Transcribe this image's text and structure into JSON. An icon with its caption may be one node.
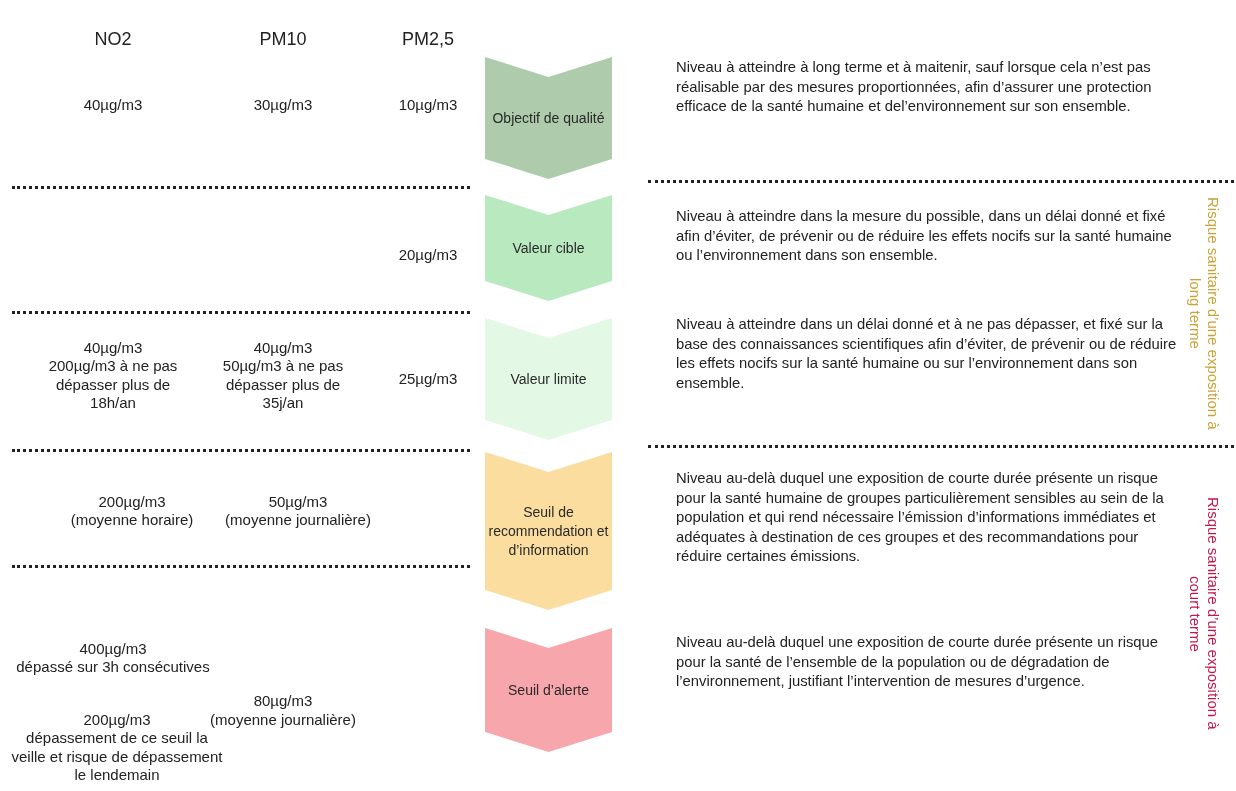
{
  "diagram": {
    "nodes": [
      {
        "text": [
          "Objectif de qualité"
        ]
      },
      {
        "text": [
          "Valeur cible"
        ]
      },
      {
        "text": [
          "Valeur limite"
        ]
      },
      {
        "text": [
          "Seuil de recommendation et d’information"
        ]
      },
      {
        "text": [
          "Seuil d’alerte"
        ]
      }
    ],
    "labels": [
      "NO2",
      "PM10",
      "PM2,5",
      "40µg/m3",
      "30µg/m3",
      "10µg/m3",
      "20µg/m3",
      "40µg/m3",
      "200µg/m3 à ne pas dépasser plus de 18h/an",
      "40µg/m3",
      "50µg/m3 à ne pas dépasser plus de 35j/an",
      "25µg/m3",
      "200µg/m3",
      "50µg/m3",
      "(moyenne horaire)",
      "(moyenne journalière)",
      "400µg/m3",
      "dépassé sur 3h consécutives",
      "80µg/m3",
      "200µg/m3",
      "(moyenne journalière)",
      "dépassement de ce seuil la veille et risque de dépassement le lendemain",
      "Risque sanitaire d’une exposition à long terme",
      "Risque sanitaire d’une exposition à court terme",
      "Niveau à atteindre à long terme et à maitenir, sauf lorsque cela n’est pas réalisable par des mesures proportionnées, afin d’assurer une protection efficace de la santé humaine et del’environnement sur son ensemble.",
      "Niveau à atteindre dans la mesure du possible, dans un délai donné et fixé afin d’éviter, de prévenir ou de réduire les effets nocifs sur la santé humaine ou l’environnement dans son ensemble.",
      "Niveau à atteindre dans un délai donné et à ne pas dépasser, et fixé sur la base des connaissances scientifiques afin d’éviter, de prévenir ou de réduire les effets nocifs sur la santé humaine ou sur l’environnement dans son ensemble.",
      "Niveau au-delà duquel une exposition de courte durée présente un risque pour la santé humaine de groupes particulièrement sensibles au sein de la population et qui rend nécessaire l’émission d’informations immédiates et adéquates à destination de ces groupes et des recommandations pour réduire certaines émissions.",
      "Niveau au-delà duquel une exposition de courte durée présente un risque pour la santé de l’ensemble de la population ou de dégradation de l’environnement, justifiant l’intervention de mesures d’urgence."
    ]
  }
}
